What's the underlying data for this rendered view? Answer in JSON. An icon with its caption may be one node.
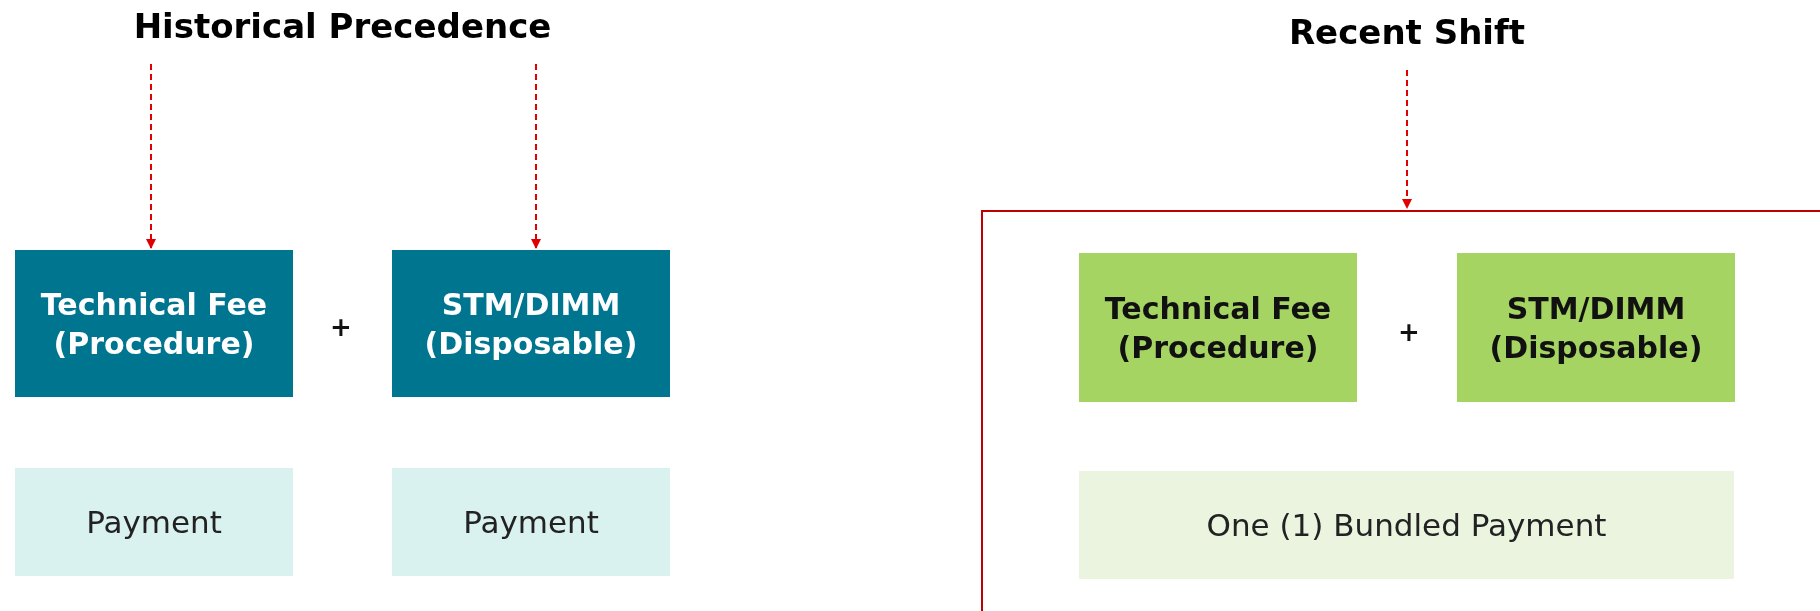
{
  "diagram": {
    "nodes": [
      {
        "text": [
          "Historical Precedence"
        ]
      },
      {
        "text": [
          "Technical Fee (Procedure)"
        ]
      },
      {
        "text": [
          "STM/DIMM (Disposable)"
        ]
      },
      {
        "text": [
          "Payment"
        ]
      },
      {
        "text": [
          "Payment"
        ]
      },
      {
        "text": [
          "Recent Shift"
        ]
      },
      {
        "text": [],
        "shape": "box"
      },
      {
        "text": [
          "Technical Fee (Procedure)"
        ],
        "in": 6
      },
      {
        "text": [
          "STM/DIMM (Disposable)"
        ],
        "in": 6
      },
      {
        "text": [
          "One (1) Bundled Payment"
        ],
        "in": 6
      }
    ],
    "edges": [
      {
        "from": 0,
        "to": 1,
        "arrow": "to",
        "style": "dashed"
      },
      {
        "from": 0,
        "to": 2,
        "arrow": "to",
        "style": "dashed"
      },
      {
        "from": 5,
        "to": 6,
        "arrow": "to",
        "style": "dashed"
      }
    ],
    "labels": [
      "+",
      "+"
    ]
  }
}
